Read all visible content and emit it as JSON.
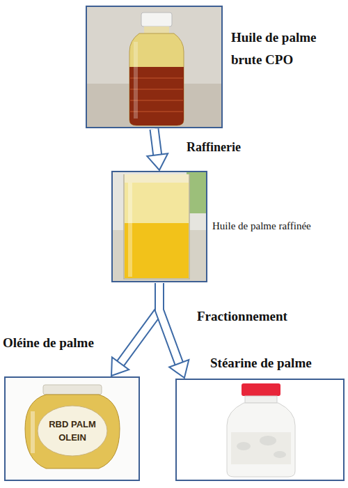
{
  "diagram": {
    "nodes": [
      {
        "text": [
          "Huile de palme brute CPO"
        ]
      },
      {
        "text": [
          "Huile de palme raffinée"
        ]
      },
      {
        "text": [
          "Oléine de palme"
        ]
      },
      {
        "text": [
          "Stéarine de palme"
        ]
      }
    ],
    "edges": [
      {
        "from": 0,
        "to": 1,
        "label": "Raffinerie",
        "arrow": "to"
      },
      {
        "from": 1,
        "to": 2,
        "arrow": "to"
      },
      {
        "from": 1,
        "to": 3,
        "label": "Fractionnement",
        "arrow": "to"
      }
    ],
    "labels": [
      "RBD PALM OLEIN"
    ]
  }
}
